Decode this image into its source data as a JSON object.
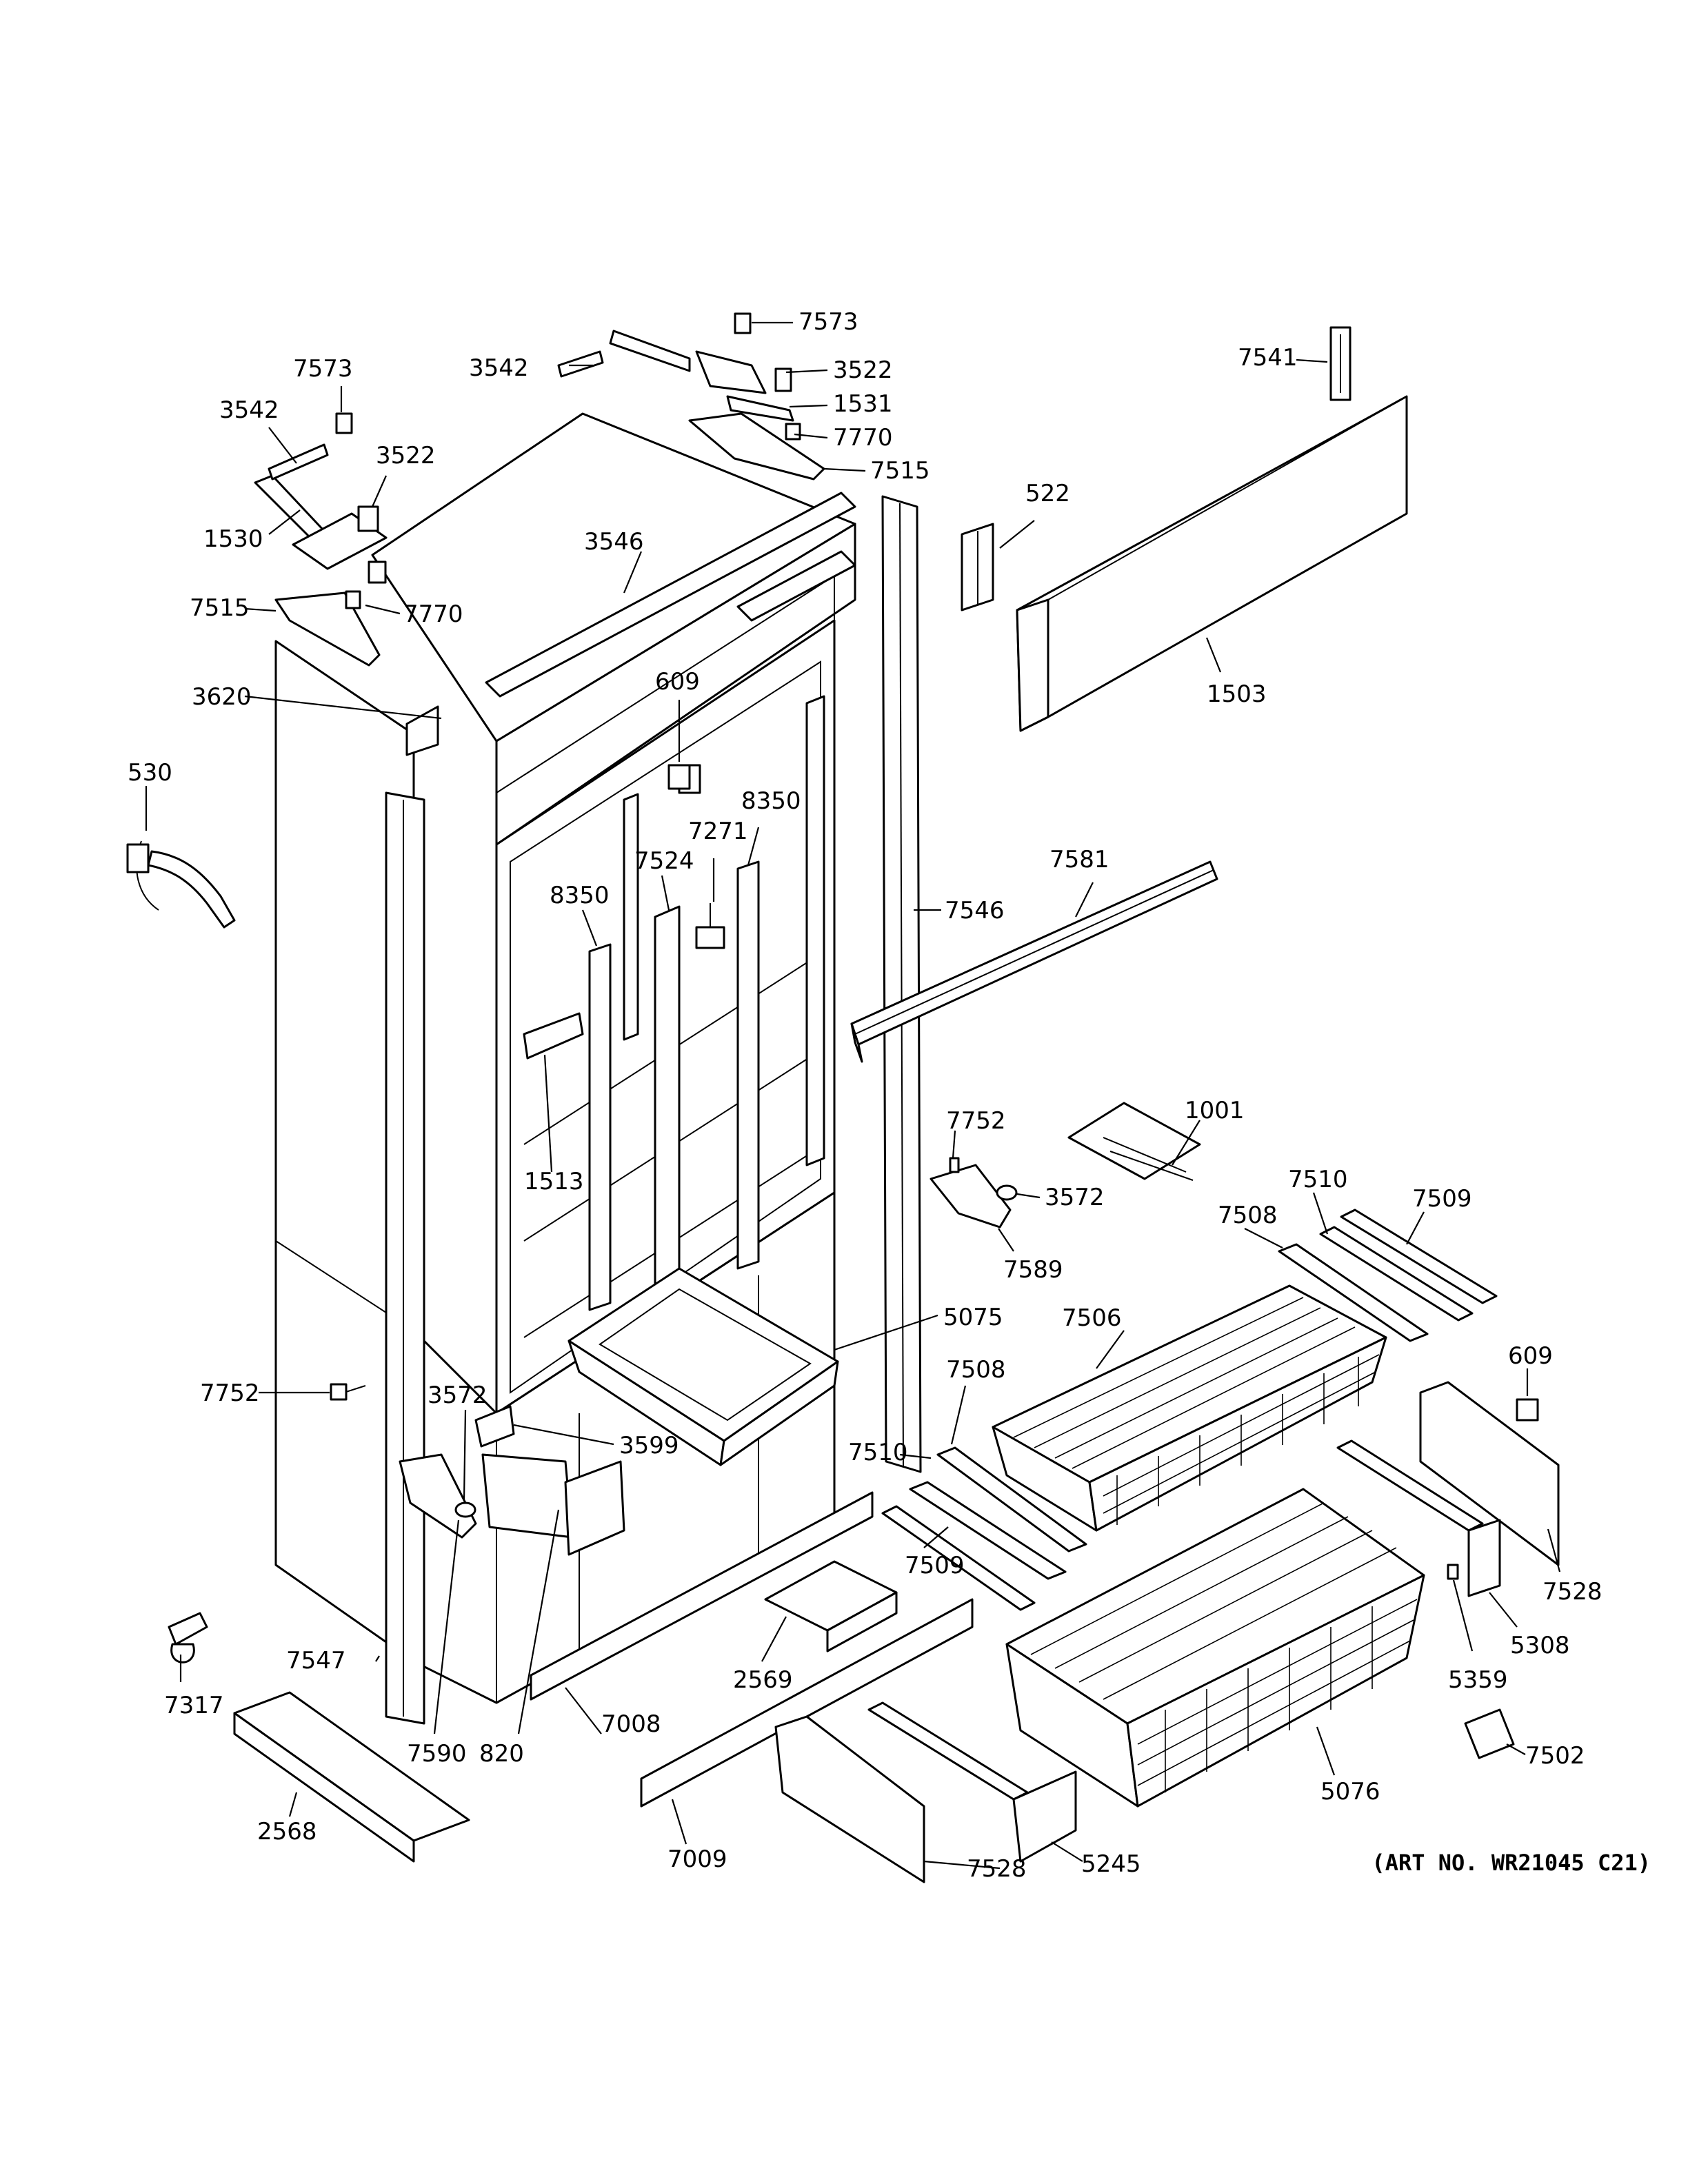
{
  "art_number": "(ART NO. WR21045 C21)",
  "callouts": [
    {
      "id": "c01",
      "text": "7573"
    },
    {
      "id": "c02",
      "text": "3542"
    },
    {
      "id": "c03",
      "text": "3522"
    },
    {
      "id": "c04",
      "text": "1531"
    },
    {
      "id": "c05",
      "text": "7770"
    },
    {
      "id": "c06",
      "text": "7515"
    },
    {
      "id": "c07",
      "text": "7541"
    },
    {
      "id": "c08",
      "text": "7573"
    },
    {
      "id": "c09",
      "text": "3542"
    },
    {
      "id": "c10",
      "text": "3522"
    },
    {
      "id": "c11",
      "text": "1530"
    },
    {
      "id": "c12",
      "text": "3546"
    },
    {
      "id": "c13",
      "text": "522"
    },
    {
      "id": "c14",
      "text": "7515"
    },
    {
      "id": "c15",
      "text": "7770"
    },
    {
      "id": "c16",
      "text": "1503"
    },
    {
      "id": "c17",
      "text": "3620"
    },
    {
      "id": "c18",
      "text": "609"
    },
    {
      "id": "c19",
      "text": "530"
    },
    {
      "id": "c20",
      "text": "8350"
    },
    {
      "id": "c21",
      "text": "7271"
    },
    {
      "id": "c22",
      "text": "7524"
    },
    {
      "id": "c23",
      "text": "8350"
    },
    {
      "id": "c24",
      "text": "7581"
    },
    {
      "id": "c25",
      "text": "7546"
    },
    {
      "id": "c26",
      "text": "1513"
    },
    {
      "id": "c27",
      "text": "7752"
    },
    {
      "id": "c28",
      "text": "1001"
    },
    {
      "id": "c29",
      "text": "3572"
    },
    {
      "id": "c30",
      "text": "7510"
    },
    {
      "id": "c31",
      "text": "7509"
    },
    {
      "id": "c32",
      "text": "7508"
    },
    {
      "id": "c33",
      "text": "7589"
    },
    {
      "id": "c34",
      "text": "5075"
    },
    {
      "id": "c35",
      "text": "7506"
    },
    {
      "id": "c36",
      "text": "7752"
    },
    {
      "id": "c37",
      "text": "3572"
    },
    {
      "id": "c38",
      "text": "7508"
    },
    {
      "id": "c39",
      "text": "609"
    },
    {
      "id": "c40",
      "text": "3599"
    },
    {
      "id": "c41",
      "text": "7510"
    },
    {
      "id": "c42",
      "text": "7509"
    },
    {
      "id": "c43",
      "text": "7528"
    },
    {
      "id": "c44",
      "text": "5308"
    },
    {
      "id": "c45",
      "text": "2569"
    },
    {
      "id": "c46",
      "text": "7547"
    },
    {
      "id": "c47",
      "text": "5359"
    },
    {
      "id": "c48",
      "text": "7317"
    },
    {
      "id": "c49",
      "text": "7008"
    },
    {
      "id": "c50",
      "text": "7590"
    },
    {
      "id": "c51",
      "text": "820"
    },
    {
      "id": "c52",
      "text": "5076"
    },
    {
      "id": "c53",
      "text": "7502"
    },
    {
      "id": "c54",
      "text": "2568"
    },
    {
      "id": "c55",
      "text": "7009"
    },
    {
      "id": "c56",
      "text": "7528"
    },
    {
      "id": "c57",
      "text": "5245"
    }
  ]
}
